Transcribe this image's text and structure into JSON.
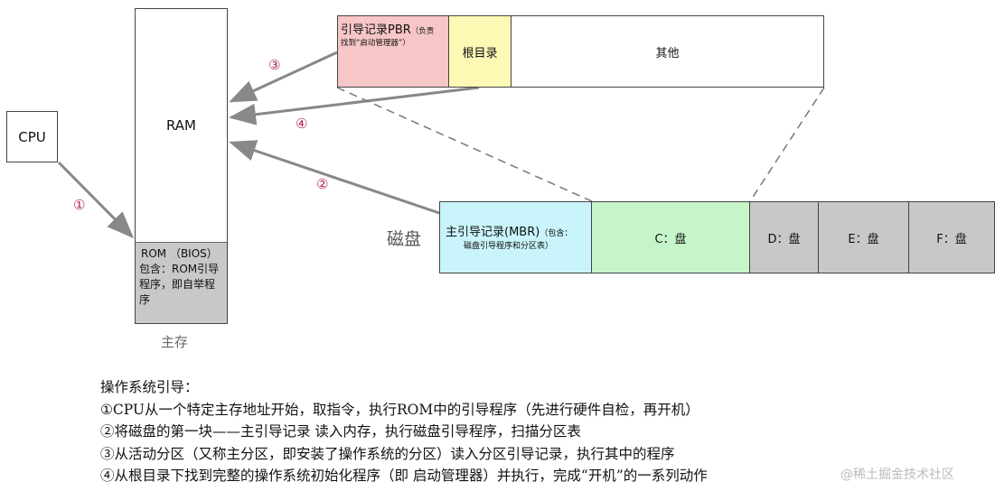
{
  "cpu": "CPU",
  "ram": "RAM",
  "rom": [
    "ROM （BIOS）",
    "包含：ROM引导",
    "程序，即自举程",
    "序"
  ],
  "main_memory": "主存",
  "pbr": {
    "main": "引导记录PBR",
    "note_line1": "（负责",
    "note_line2": "找到“启动管理器”）"
  },
  "root_dir": "根目录",
  "other": "其他",
  "disk_label": "磁盘",
  "mbr": {
    "main": "主引导记录(MBR)",
    "note_inline": "（包含：",
    "note_line2": "磁盘引导程序和分区表）"
  },
  "partitions": [
    "C：盘",
    "D：盘",
    "E：盘",
    "F：盘"
  ],
  "steps": [
    "①",
    "②",
    "③",
    "④"
  ],
  "notes": [
    "操作系统引导：",
    "①CPU从一个特定主存地址开始，取指令，执行ROM中的引导程序（先进行硬件自检，再开机）",
    "②将磁盘的第一块——主引导记录 读入内存，执行磁盘引导程序，扫描分区表",
    "③从活动分区（又称主分区，即安装了操作系统的分区）读入分区引导记录，执行其中的程序",
    "④从根目录下找到完整的操作系统初始化程序（即 启动管理器）并执行，完成“开机”的一系列动作"
  ],
  "watermark": "@稀土掘金技术社区",
  "colors": {
    "pbr": "#f7c6c6",
    "root_dir": "#fdf9b5",
    "mbr": "#c9f4fb",
    "c_disk": "#c6f5c9",
    "other_disks": "#c8c8c8",
    "step_number": "#b3274a",
    "arrow": "#888888"
  }
}
